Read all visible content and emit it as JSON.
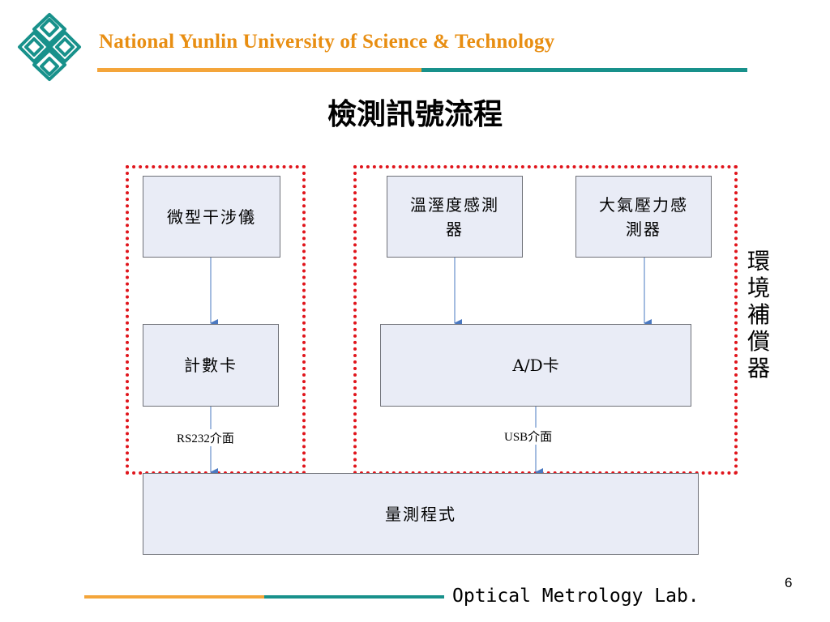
{
  "header": {
    "university": "National Yunlin University of Science & Technology"
  },
  "title": "檢測訊號流程",
  "diagram": {
    "nodes": {
      "interferometer": "微型干涉儀",
      "counter_card": "計數卡",
      "temp_humidity_line1": "溫溼度感測",
      "temp_humidity_line2": "器",
      "pressure_line1": "大氣壓力感",
      "pressure_line2": "測器",
      "ad_card": "A/D卡",
      "program": "量測程式"
    },
    "edge_labels": {
      "rs232": "RS232介面",
      "usb": "USB介面"
    },
    "groups": {
      "env_comp": [
        "環",
        "境",
        "補",
        "償",
        "器"
      ]
    },
    "colors": {
      "box_fill": "#e9ecf6",
      "dashed_border": "#e0141b",
      "arrow": "#4a78c0"
    }
  },
  "footer": {
    "page_number": "6",
    "lab_name": "Optical Metrology Lab."
  }
}
